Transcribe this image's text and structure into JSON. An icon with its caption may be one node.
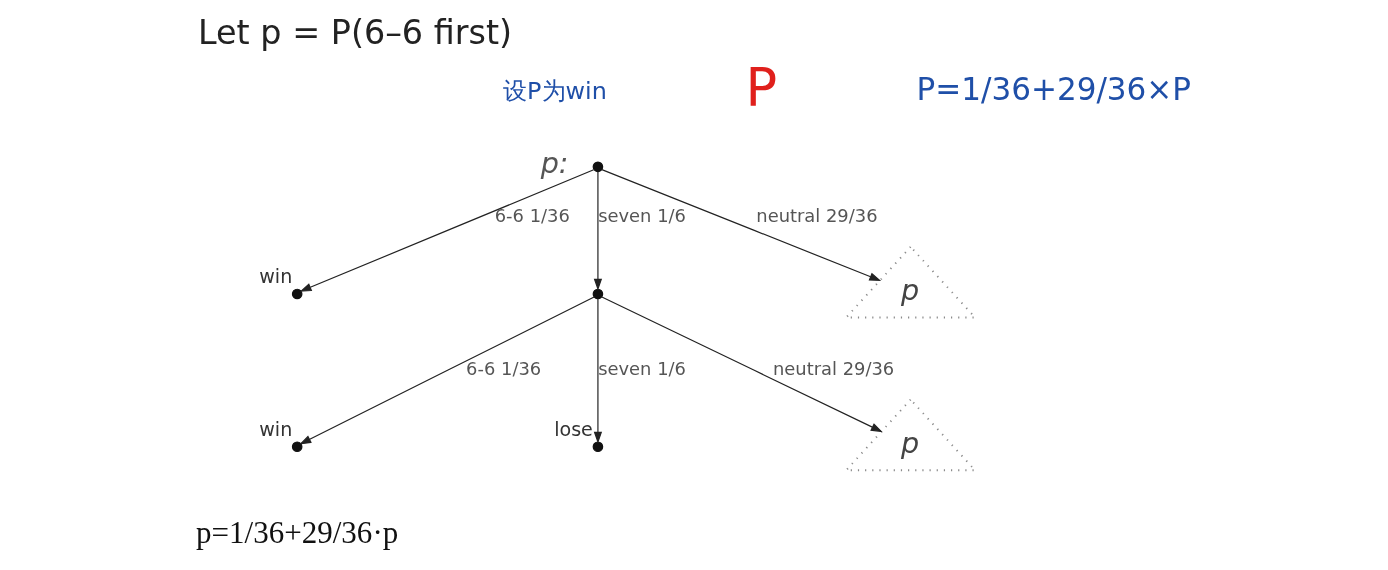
{
  "diagram": {
    "title": "Let p = P(6–6 first)",
    "nodes": [
      {
        "text": [],
        "shape": "circle"
      },
      {
        "text": [],
        "shape": "circle",
        "beside": [
          "win"
        ]
      },
      {
        "text": [],
        "shape": "circle"
      },
      {
        "text": [
          "p"
        ]
      },
      {
        "text": [],
        "shape": "circle",
        "beside": [
          "win"
        ]
      },
      {
        "text": [],
        "shape": "circle",
        "beside": [
          "lose"
        ]
      },
      {
        "text": [
          "p"
        ]
      }
    ],
    "edges": [
      {
        "from": 0,
        "to": 1,
        "arrow": "to",
        "label": "6-6 1/36"
      },
      {
        "from": 0,
        "to": 2,
        "arrow": "to",
        "label": "seven 1/6"
      },
      {
        "from": 0,
        "to": 3,
        "arrow": "to",
        "label": "neutral 29/36"
      },
      {
        "from": 2,
        "to": 4,
        "arrow": "to",
        "label": "6-6 1/36"
      },
      {
        "from": 2,
        "to": 5,
        "arrow": "to",
        "label": "seven 1/6"
      },
      {
        "from": 2,
        "to": 6,
        "arrow": "to",
        "label": "neutral 29/36"
      }
    ],
    "labels": [
      "设P为win",
      "P=1/36+29/36×P",
      "P",
      "p:",
      "p=1/36+29/36·p"
    ]
  }
}
